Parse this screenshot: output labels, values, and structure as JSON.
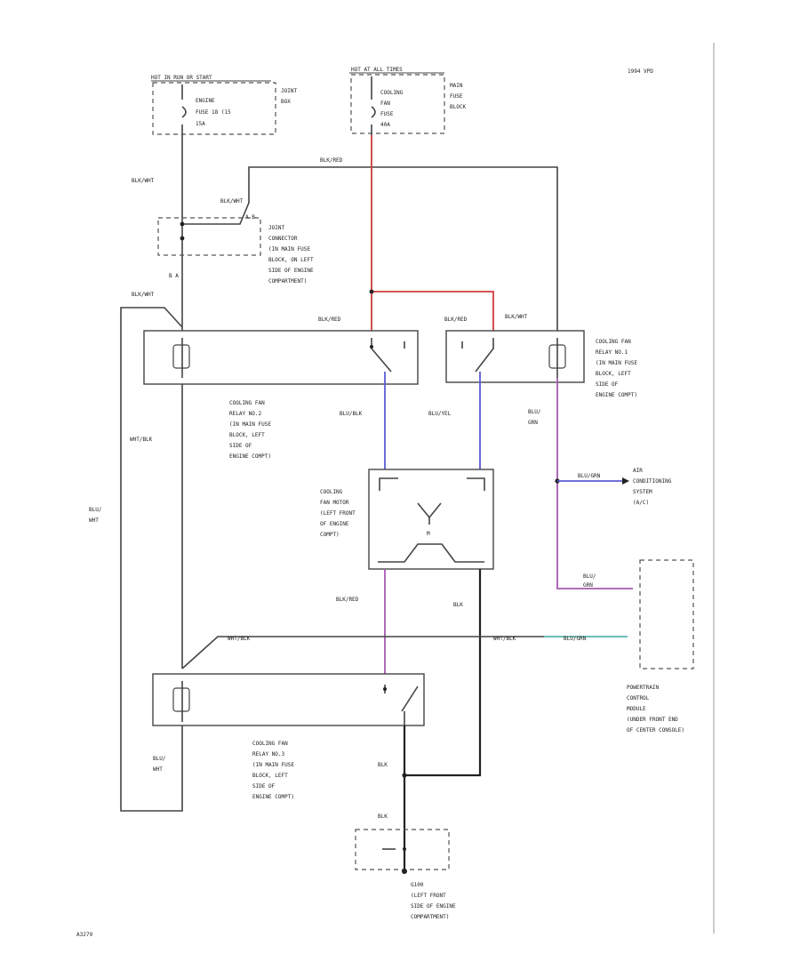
{
  "labels": {
    "top_left_hot": "HOT IN RUN OR START",
    "engine_fuse": [
      "ENGINE",
      "FUSE 18 (15",
      "15A"
    ],
    "joint_box": [
      "JOINT",
      "BOX"
    ],
    "top_mid_hot": "HOT AT ALL TIMES",
    "cooling_fan_fuse": [
      "COOLING",
      "FAN",
      "FUSE",
      "40A"
    ],
    "main_fuse_block": [
      "MAIN",
      "FUSE",
      "BLOCK"
    ],
    "year_note": "1994 VPD",
    "wire_blk_wht_1": "BLK/WHT",
    "wire_blk_wht_2": "BLK/WHT",
    "wire_blk_wht_3": "BLK/WHT",
    "wire_blk_red_top": "BLK/RED",
    "joint_connector": [
      "JOINT",
      "CONNECTOR",
      "(IN MAIN FUSE",
      "BLOCK, ON LEFT",
      "SIDE OF ENGINE",
      "COMPARTMENT)"
    ],
    "j_ab": "A    B",
    "a_b_small": "B    A",
    "wire_blk_red_2": "BLK/RED",
    "wire_blk_red_3": "BLK/RED",
    "wire_blk_wht_4": "BLK/WHT",
    "relay_right": [
      "COOLING FAN",
      "RELAY NO.1",
      "(IN MAIN FUSE",
      "BLOCK, LEFT",
      "SIDE OF",
      "ENGINE COMPT)"
    ],
    "relay_mid": [
      "COOLING FAN",
      "RELAY NO.2",
      "(IN MAIN FUSE",
      "BLOCK, LEFT",
      "SIDE OF",
      "ENGINE COMPT)"
    ],
    "wire_blu_blk": "BLU/BLK",
    "wire_blu_yel": "BLU/YEL",
    "wire_blu_grn": [
      "BLU/",
      "GRN"
    ],
    "wire_wht_blk_1": "WHT/BLK",
    "wire_blu_wht": [
      "BLU/",
      "WHT"
    ],
    "motor": [
      "COOLING",
      "FAN MOTOR",
      "(LEFT FRONT",
      "OF ENGINE",
      "COMPT)"
    ],
    "motor_m": "M",
    "ac_system": [
      "AIR",
      "CONDITIONING",
      "SYSTEM",
      "(A/C)"
    ],
    "wire_blu_grn_h": "BLU/GRN",
    "wire_blu_grn_2": [
      "BLU/",
      "GRN"
    ],
    "wire_blk_red_4": "BLK/RED",
    "wire_blk_1": "BLK",
    "wire_wht_blk_2": "WHT/BLK",
    "wire_wht_blk_3": "WHT/BLK",
    "wire_blu_grn_3": "BLU/GRN",
    "pcm": [
      "POWERTRAIN",
      "CONTROL",
      "MODULE",
      "(UNDER FRONT END",
      "OF CENTER CONSOLE)"
    ],
    "relay_bottom": [
      "COOLING FAN",
      "RELAY NO.3",
      "(IN MAIN FUSE",
      "BLOCK, LEFT",
      "SIDE OF",
      "ENGINE COMPT)"
    ],
    "wire_blu_wht_2": [
      "BLU/",
      "WHT"
    ],
    "wire_blk_2": "BLK",
    "wire_blk_3": "BLK",
    "ground": [
      "G100",
      "(LEFT FRONT",
      "SIDE OF ENGINE",
      "COMPARTMENT)"
    ],
    "page_code": "A3279"
  },
  "colors": {
    "red_wire": "#d23a3a",
    "blue_wire": "#5b5bd6",
    "violet_wire": "#a55ab0",
    "teal_wire": "#3fa5a0",
    "black_wire": "#444444"
  }
}
